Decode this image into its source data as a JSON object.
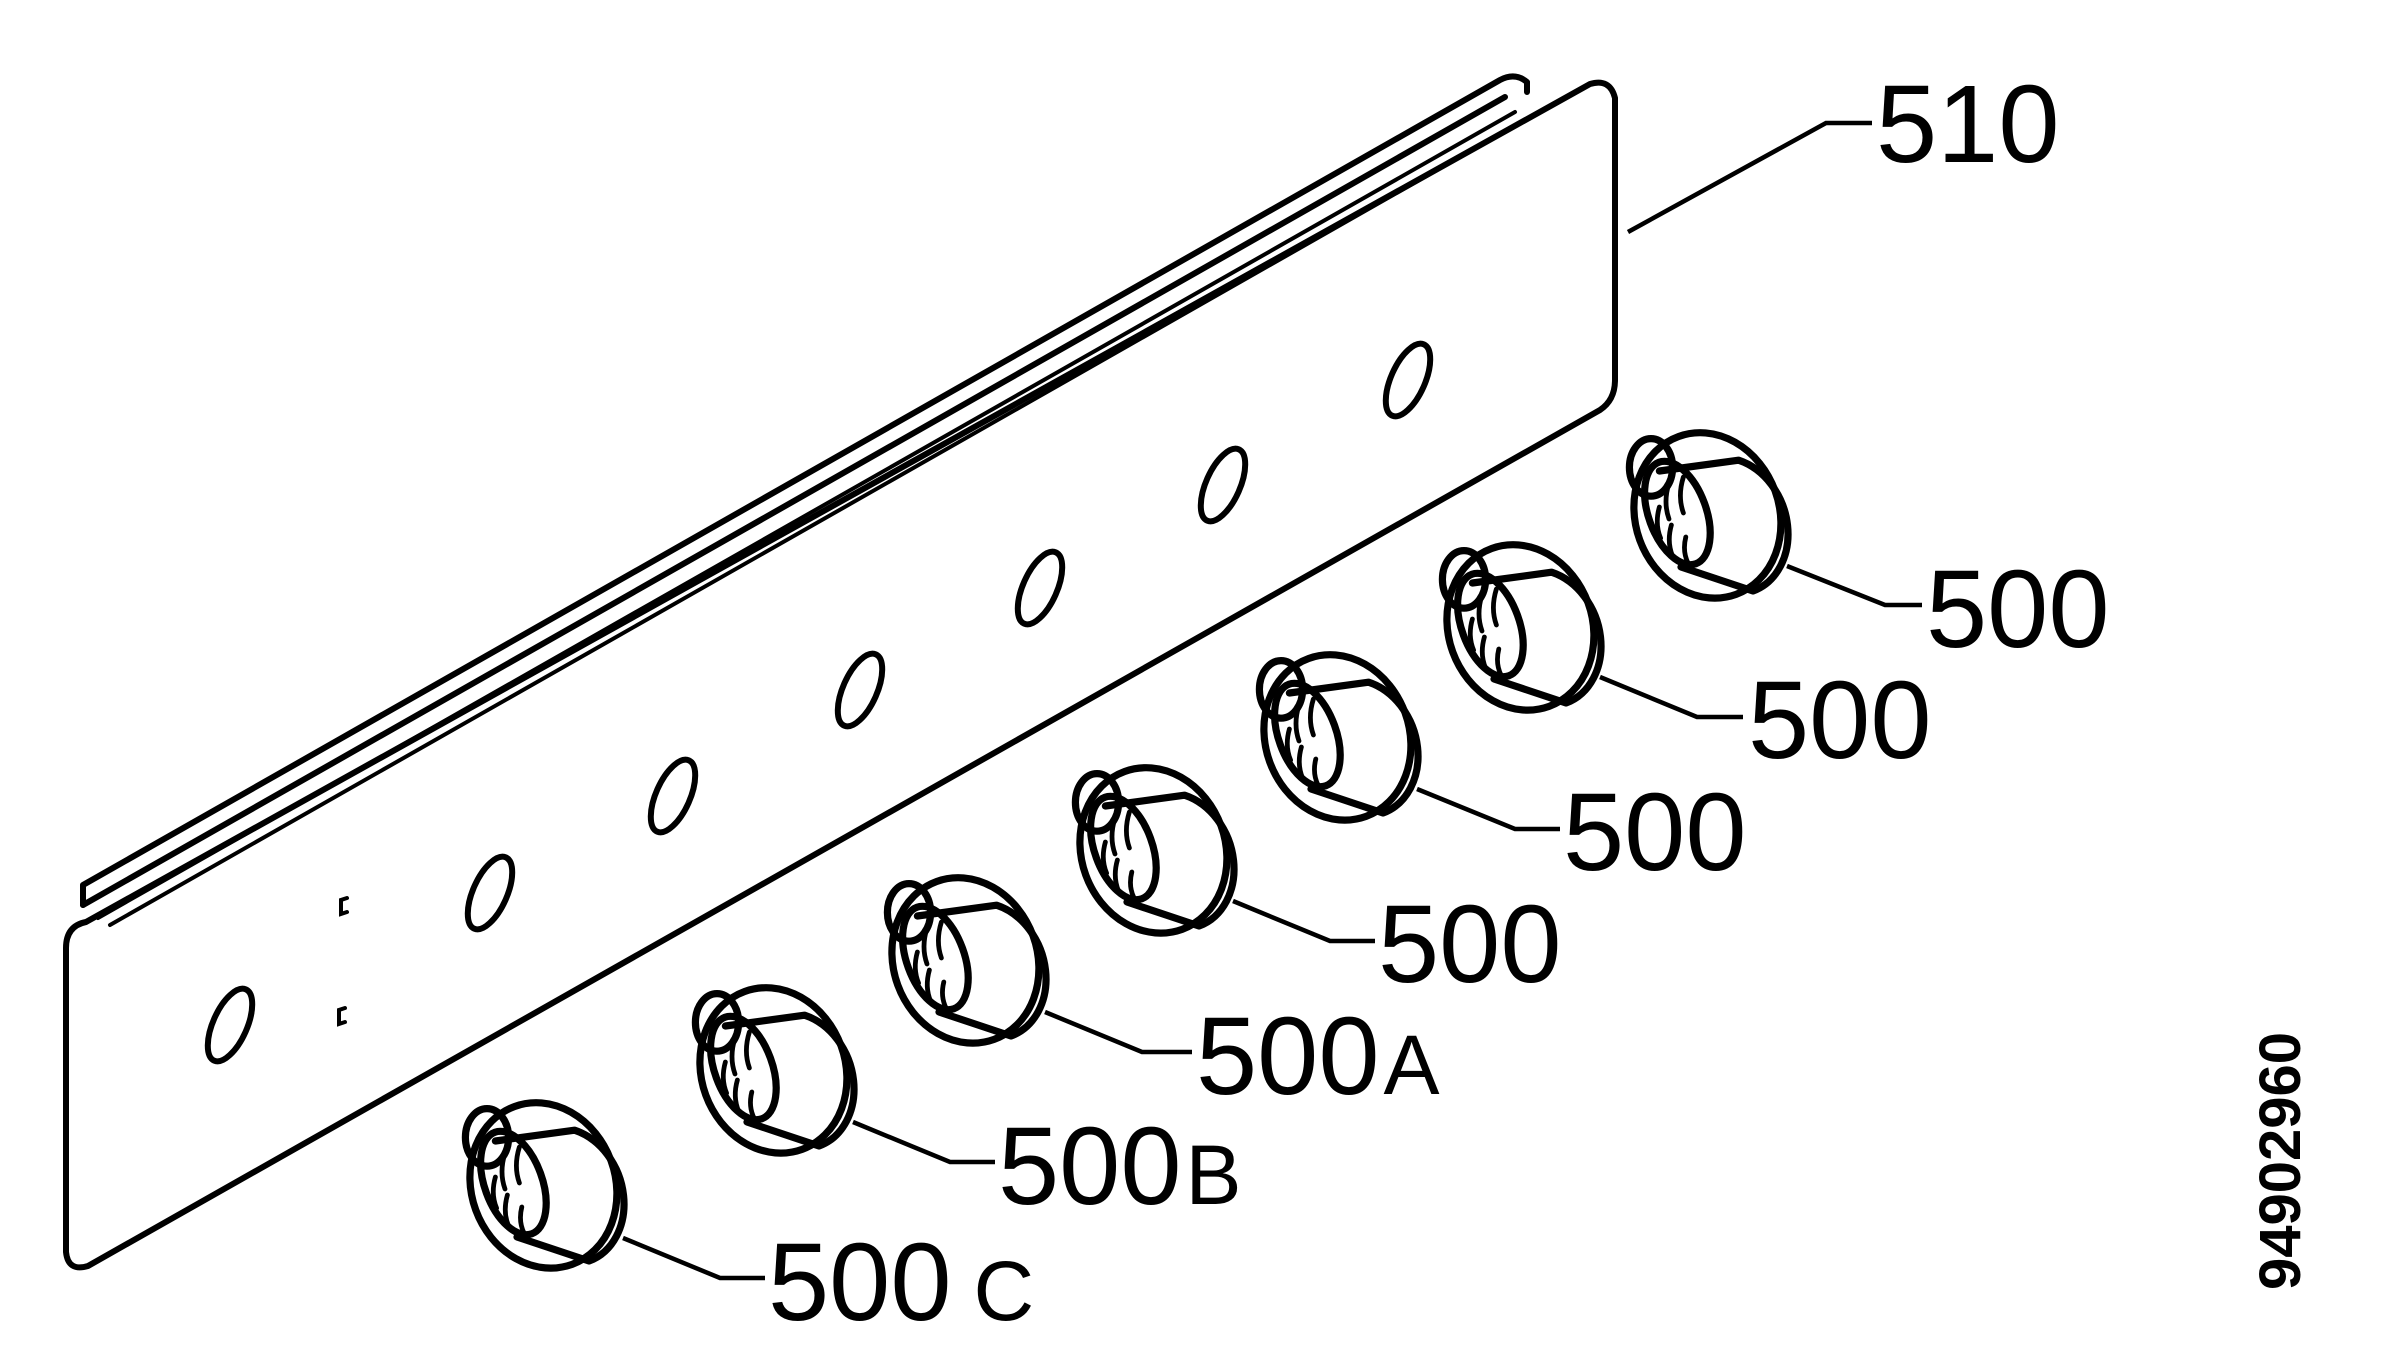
{
  "callouts": {
    "panel": "510",
    "knob_1": "500",
    "knob_2": "500",
    "knob_3": "500",
    "knob_4": "500",
    "knob_5_num": "500",
    "knob_5_suffix": "A",
    "knob_6_num": "500",
    "knob_6_suffix": "B",
    "knob_7_num": "500",
    "knob_7_suffix": "C"
  },
  "document_number": "94902960",
  "colors": {
    "line": "#000000",
    "background": "#ffffff"
  }
}
